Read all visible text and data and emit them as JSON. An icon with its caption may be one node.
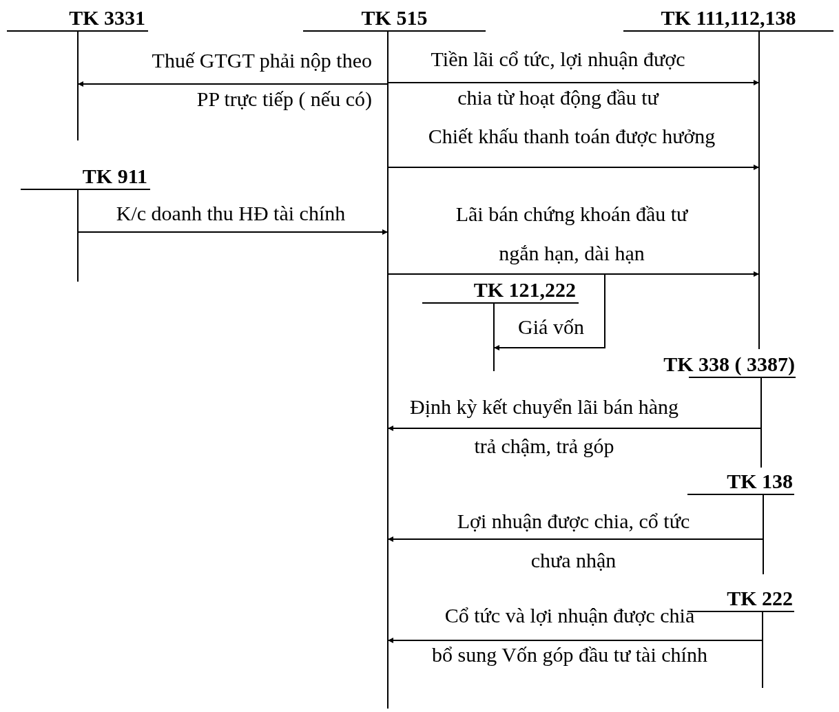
{
  "diagram": {
    "nodes": [
      {
        "text": [
          "TK 3331"
        ]
      },
      {
        "text": [
          "TK 515"
        ]
      },
      {
        "text": [
          "TK 111,112,138"
        ]
      },
      {
        "text": [
          "TK 911"
        ]
      },
      {
        "text": [
          "TK 121,222"
        ]
      },
      {
        "text": [
          "TK 338 ( 3387)"
        ]
      },
      {
        "text": [
          "TK 138"
        ]
      },
      {
        "text": [
          "TK 222"
        ]
      }
    ],
    "edges": [
      {
        "from": 1,
        "to": 0,
        "arrow": "to",
        "label": "Thuế GTGT phải nộp theo PP trực tiếp ( nếu có)"
      },
      {
        "from": 1,
        "to": 2,
        "arrow": "to",
        "label": "Tiền lãi cổ tức, lợi nhuận được chia từ hoạt động đầu tư"
      },
      {
        "from": 1,
        "to": 2,
        "arrow": "to",
        "label": "Chiết khấu thanh toán được hưởng"
      },
      {
        "from": 3,
        "to": 1,
        "arrow": "to",
        "label": "K/c doanh thu HĐ tài chính"
      },
      {
        "from": 1,
        "to": 2,
        "arrow": "to",
        "label": "Lãi bán chứng khoán đầu tư ngắn hạn, dài hạn"
      },
      {
        "from": null,
        "to": 4,
        "arrow": "to",
        "label": "Giá vốn"
      },
      {
        "from": 5,
        "to": 1,
        "arrow": "to",
        "label": "Định kỳ kết chuyển lãi bán hàng trả chậm, trả góp"
      },
      {
        "from": 6,
        "to": 1,
        "arrow": "to",
        "label": "Lợi nhuận được chia, cổ tức chưa nhận"
      },
      {
        "from": 7,
        "to": 1,
        "arrow": "to",
        "label": "Cổ tức và lợi nhuận được chia bổ sung Vốn góp đầu tư tài chính"
      }
    ]
  }
}
